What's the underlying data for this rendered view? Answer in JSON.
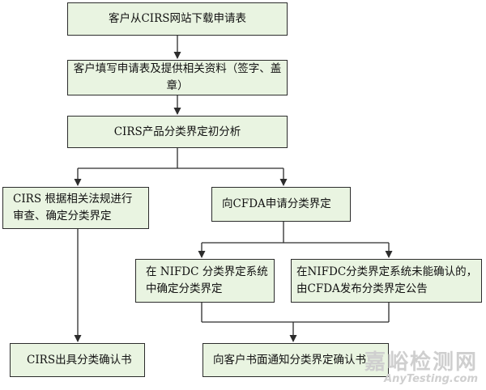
{
  "nodes": {
    "download": "客户从CIRS网站下载申请表",
    "fill": "客户填写申请表及提供相关资料（签字、盖章）",
    "initial": "CIRS产品分类界定初分析",
    "review": [
      "CIRS 根据相关法规进行",
      "审查、确定分类界定"
    ],
    "cfda": "向CFDA申请分类界定",
    "nifdc_yes": [
      "在 NIFDC 分类界定系统",
      "中确定分类界定"
    ],
    "nifdc_no": [
      "在NIFDC分类界定系统未能确认的，",
      "由CFDA发布分类界定公告"
    ],
    "cirs_confirm": "CIRS出具分类确认书",
    "notify": "向客户书面通知分类界定确认书"
  },
  "watermark": {
    "cn": "嘉峪检测网",
    "en": "AnyTesting.com"
  },
  "colors": {
    "box_fill": "#e9f4e1",
    "stroke": "#2c2c2c"
  }
}
